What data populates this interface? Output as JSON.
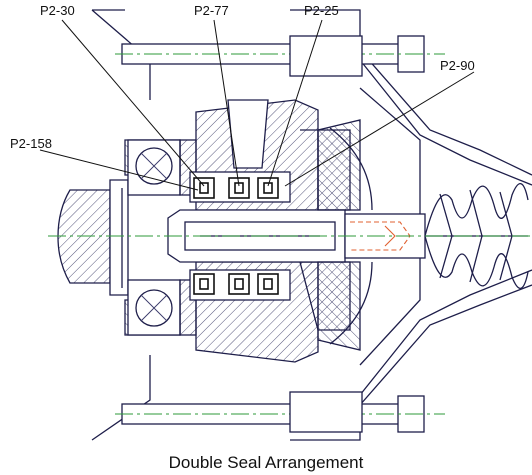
{
  "title": "Double Seal Arrangement",
  "callouts": {
    "p2_30": "P2-30",
    "p2_77": "P2-77",
    "p2_25": "P2-25",
    "p2_90": "P2-90",
    "p2_158": "P2-158"
  },
  "colors": {
    "outline": "#1e1e4a",
    "centerline": "#2e9a3a",
    "impeller_accent": "#e06030",
    "text": "#111111"
  }
}
